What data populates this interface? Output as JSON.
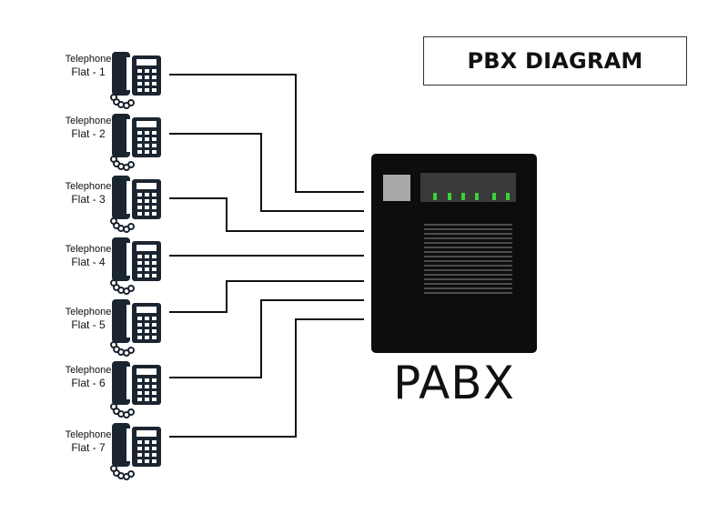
{
  "title": "PBX DIAGRAM",
  "device_label": "PABX",
  "phones": [
    {
      "line1": "Telephone",
      "line2": "Flat - 1"
    },
    {
      "line1": "Telephone",
      "line2": "Flat - 2"
    },
    {
      "line1": "Telephone",
      "line2": "Flat - 3"
    },
    {
      "line1": "Telephone",
      "line2": "Flat - 4"
    },
    {
      "line1": "Telephone",
      "line2": "Flat - 5"
    },
    {
      "line1": "Telephone",
      "line2": "Flat - 6"
    },
    {
      "line1": "Telephone",
      "line2": "Flat - 7"
    }
  ],
  "colors": {
    "device": "#0d0d0d",
    "led": "#3bd13b",
    "panel": "#3a3a3a",
    "indicator": "#a9a9a9",
    "phone": "#1b2530"
  },
  "icons": {
    "phone": "desk-telephone-icon"
  }
}
